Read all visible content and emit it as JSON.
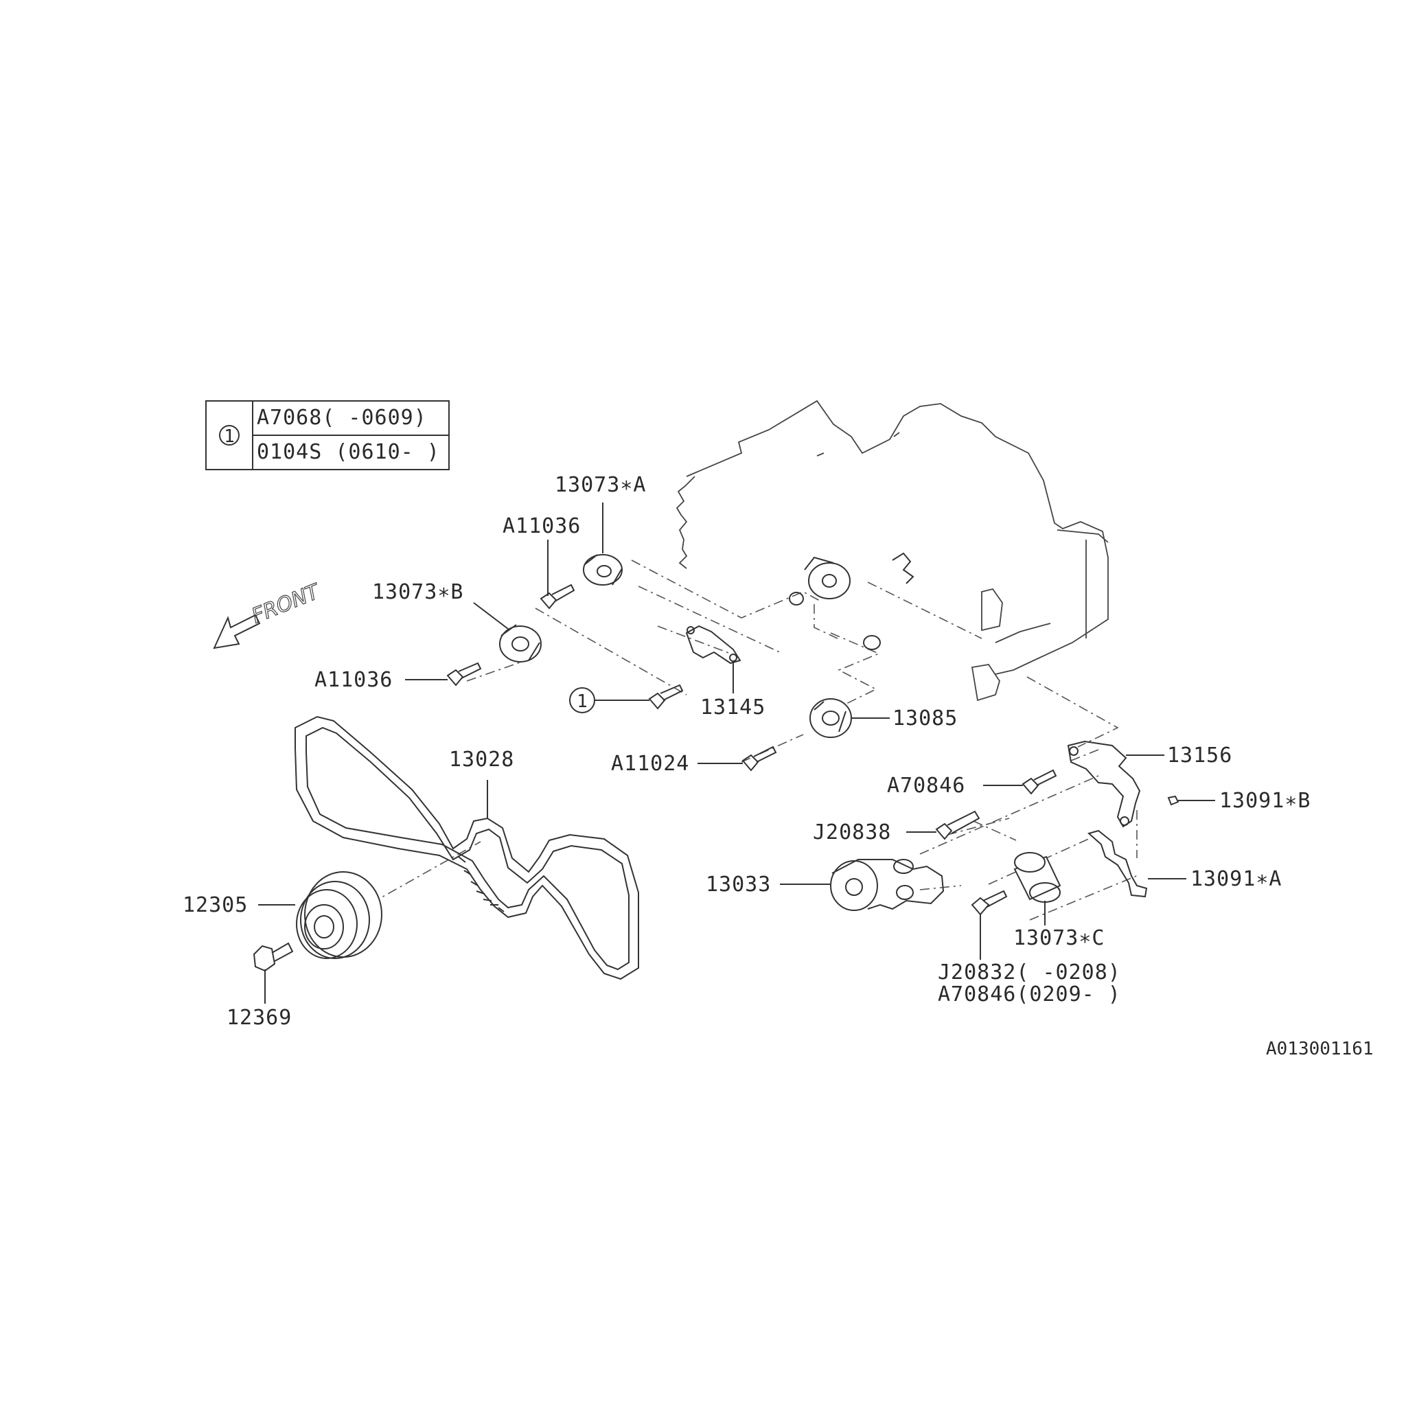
{
  "legend_table": {
    "marker": "1",
    "rows": [
      "A7068( -0609)",
      "0104S (0610- )"
    ]
  },
  "front_arrow_label": "FRONT",
  "callouts": {
    "idler_a": "13073∗A",
    "bolt_a11036_top": "A11036",
    "idler_b": "13073∗B",
    "bolt_a11036_left": "A11036",
    "marker_ref": "1",
    "cover_13145": "13145",
    "idler_13085": "13085",
    "bolt_a11024": "A11024",
    "belt_13028": "13028",
    "tensioner_bracket": "13156",
    "bolt_a70846": "A70846",
    "bracket_13091b": "13091∗B",
    "bolt_j20838": "J20838",
    "tensioner_13033": "13033",
    "bracket_13091a": "13091∗A",
    "pulley_12305": "12305",
    "idler_c": "13073∗C",
    "bolt_j20832": "J20832( -0208)",
    "bolt_a70846_range": "A70846(0209- )",
    "crank_bolt": "12369"
  },
  "figure_id": "A013001161"
}
